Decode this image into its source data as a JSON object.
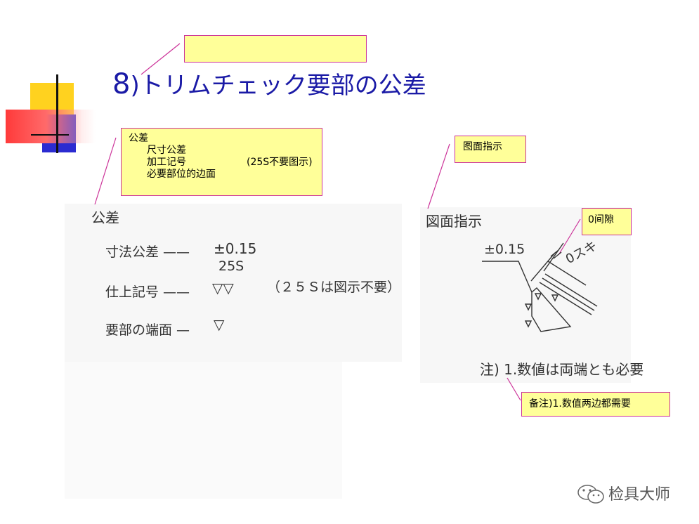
{
  "title": {
    "number": "8",
    "text": ")トリムチェック要部の公差"
  },
  "callouts": {
    "top_empty": "",
    "tolerance": {
      "heading": "公差",
      "line1": "尺寸公差",
      "line2": "加工记号",
      "line2_note": "(25S不要图示)",
      "line3": "必要部位的边面"
    },
    "drawing": "图面指示",
    "gap": "0间隙",
    "note": "备注)1.数值两边都需要"
  },
  "scan_left": {
    "heading": "公差",
    "row1_label": "寸法公差 ——",
    "row1_value": "±0.15",
    "row1_sub": "25S",
    "row2_label": "仕上記号 ——",
    "row2_value": "▽▽",
    "row2_note": "（２５Ｓは図示不要）",
    "row3_label": "要部の端面 —",
    "row3_value": "▽"
  },
  "scan_right": {
    "heading": "図面指示",
    "tolerance": "±0.15",
    "gap_label": "0スキ",
    "note": "注) 1.数値は両端とも必要"
  },
  "watermark": {
    "text": "检具大师"
  },
  "colors": {
    "title": "#1a1aa6",
    "callout_fill": "#ffff99",
    "callout_border": "#cc3399",
    "leader": "#cc3399"
  }
}
